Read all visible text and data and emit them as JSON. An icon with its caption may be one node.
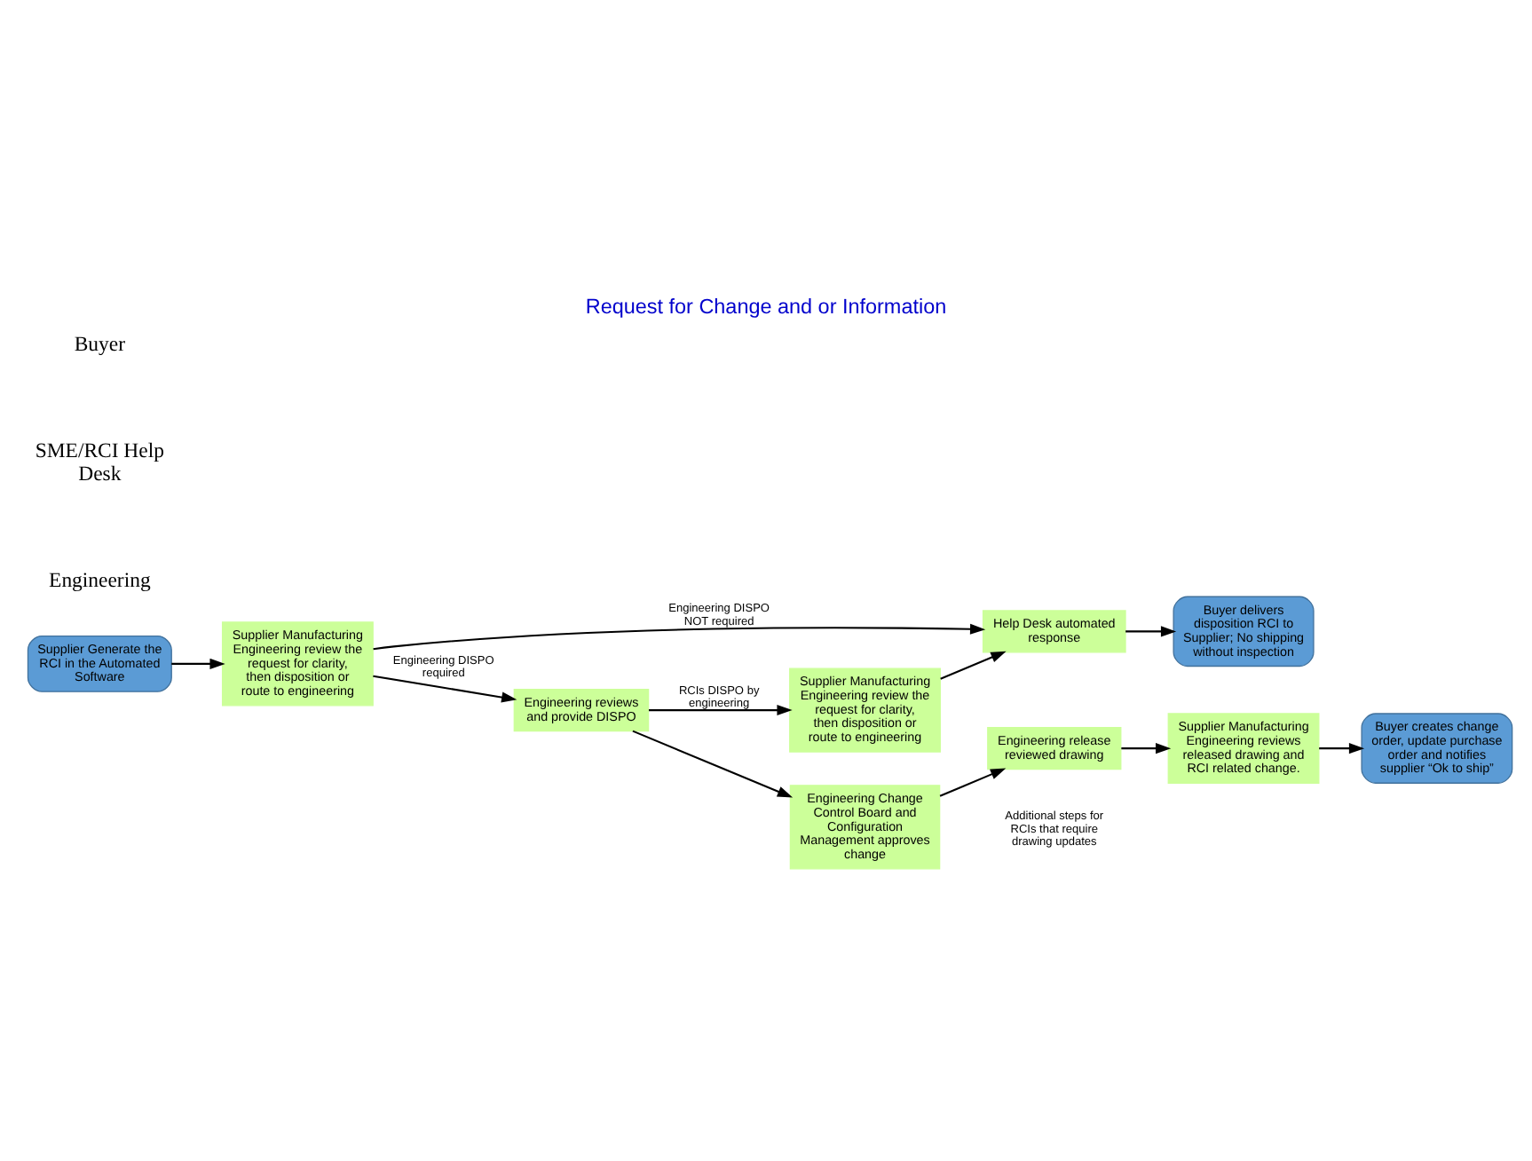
{
  "diagram": {
    "title": "Request for Change and or Information",
    "nodes": [
      {
        "text": [
          "Buyer delivers disposition RCI to Supplier; No shipping without inspection"
        ]
      },
      {
        "text": [
          "Buyer creates change order, update purchase order and notifies supplier “Ok to ship”"
        ]
      },
      {
        "text": [
          "Supplier Generate the RCI in the Automated Software"
        ]
      },
      {
        "text": [
          "Supplier Manufacturing Engineering review the request for clarity, then disposition or route to engineering"
        ]
      },
      {
        "text": [
          "Help Desk automated response"
        ]
      },
      {
        "text": [
          "Supplier Manufacturing Engineering reviews released drawing and RCI related change."
        ]
      },
      {
        "text": [
          "Supplier Manufacturing Engineering review the request for clarity, then disposition or route to engineering"
        ]
      },
      {
        "text": [
          "Engineering reviews and provide DISPO"
        ]
      },
      {
        "text": [
          "Engineering Change Control Board and Configuration Management approves change"
        ]
      },
      {
        "text": [
          "Engineering release reviewed drawing"
        ]
      }
    ],
    "edges": [
      {
        "from": 2,
        "to": 3,
        "arrow": "to"
      },
      {
        "from": 3,
        "to": 4,
        "arrow": "to",
        "label": "Engineering DISPO NOT required"
      },
      {
        "from": 4,
        "to": 0,
        "arrow": "to"
      },
      {
        "from": 3,
        "to": 7,
        "arrow": "to",
        "label": "Engineering DISPO required"
      },
      {
        "from": 7,
        "to": 6,
        "arrow": "to",
        "label": "RCIs DISPO by engineering"
      },
      {
        "from": 6,
        "to": 4,
        "arrow": "to"
      },
      {
        "from": 7,
        "to": 8,
        "arrow": "to"
      },
      {
        "from": 8,
        "to": 9,
        "arrow": "to"
      },
      {
        "from": 9,
        "to": 5,
        "arrow": "to"
      },
      {
        "from": 5,
        "to": 1,
        "arrow": "to"
      }
    ],
    "labels": [
      "Buyer",
      "SME/RCI Help Desk",
      "Engineering",
      "Additional steps for RCIs that require drawing updates"
    ]
  }
}
